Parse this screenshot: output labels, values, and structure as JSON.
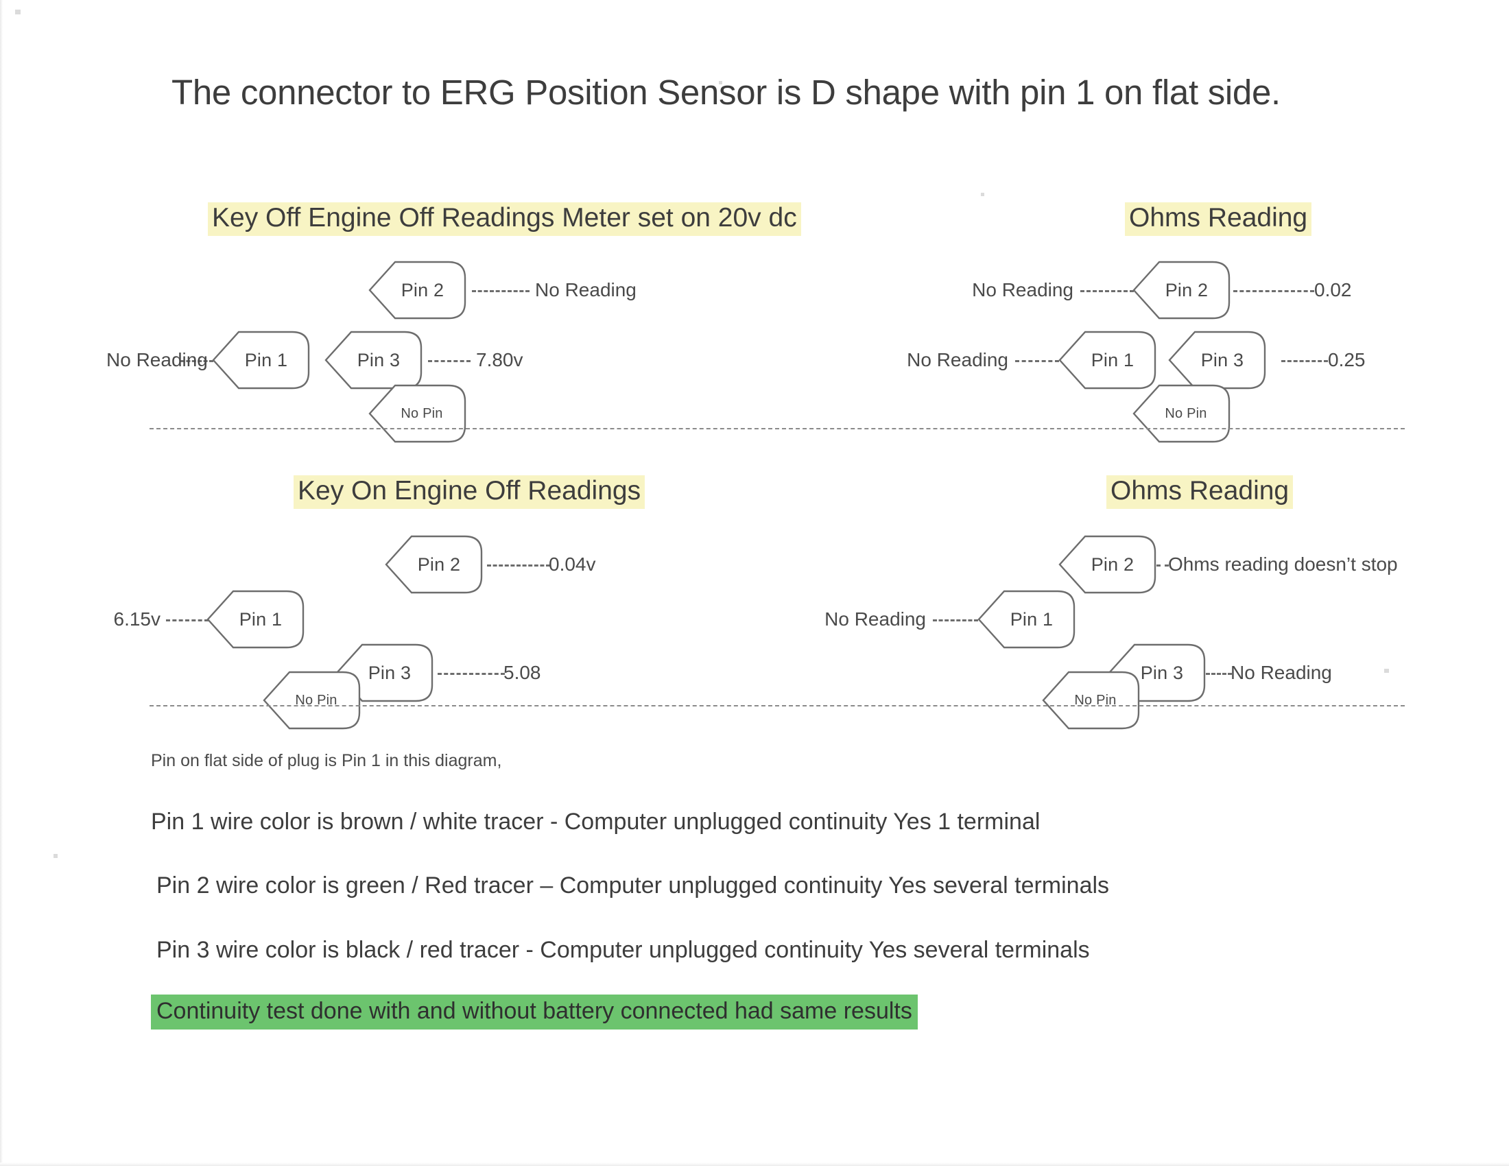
{
  "document": {
    "title": "The connector to ERG Position Sensor is D shape with pin 1 on flat side."
  },
  "colors": {
    "highlight_yellow": "#f8f4c4",
    "highlight_green": "#6cc46e",
    "text": "#3d3d3d",
    "line": "#6d6d6d"
  },
  "diagrams": [
    {
      "id": "key-off-engine-off-volts",
      "title": "Key Off Engine Off Readings Meter set on 20v dc",
      "title_highlight": "yellow",
      "pins": {
        "pin2": "Pin 2",
        "pin1": "Pin 1",
        "pin3": "Pin 3",
        "nopin": "No Pin"
      },
      "readings": {
        "pin2_right": "No Reading",
        "pin1_left": "No Reading",
        "pin3_right": "7.80v"
      }
    },
    {
      "id": "key-off-engine-off-ohms",
      "title": "Ohms Reading",
      "title_highlight": "yellow",
      "pins": {
        "pin2": "Pin 2",
        "pin1": "Pin 1",
        "pin3": "Pin 3",
        "nopin": "No Pin"
      },
      "readings": {
        "pin2_left": "No Reading",
        "pin2_right": "0.02",
        "pin1_left": "No Reading",
        "pin3_right": "0.25"
      }
    },
    {
      "id": "key-on-engine-off-volts",
      "title": "Key On Engine Off Readings",
      "title_highlight": "yellow",
      "pins": {
        "pin2": "Pin 2",
        "pin1": "Pin 1",
        "pin3": "Pin 3",
        "nopin": "No Pin"
      },
      "readings": {
        "pin2_right": "0.04v",
        "pin1_left": "6.15v",
        "pin3_right": "5.08"
      }
    },
    {
      "id": "key-on-engine-off-ohms",
      "title": "Ohms Reading",
      "title_highlight": "yellow",
      "pins": {
        "pin2": "Pin 2",
        "pin1": "Pin 1",
        "pin3": "Pin 3",
        "nopin": "No Pin"
      },
      "readings": {
        "pin2_right": "Ohms reading doesn’t stop",
        "pin1_left": "No Reading",
        "pin3_right": "No Reading"
      }
    }
  ],
  "notes": {
    "caption": "Pin on flat side of plug is Pin 1 in this diagram,",
    "lines": [
      "Pin 1 wire color is brown / white tracer - Computer unplugged continuity Yes 1 terminal",
      "Pin 2 wire color is green / Red tracer – Computer unplugged continuity Yes several terminals",
      "Pin 3 wire color is black / red tracer - Computer unplugged continuity Yes several terminals"
    ],
    "highlighted": "Continuity test done with and without battery connected had same results"
  }
}
